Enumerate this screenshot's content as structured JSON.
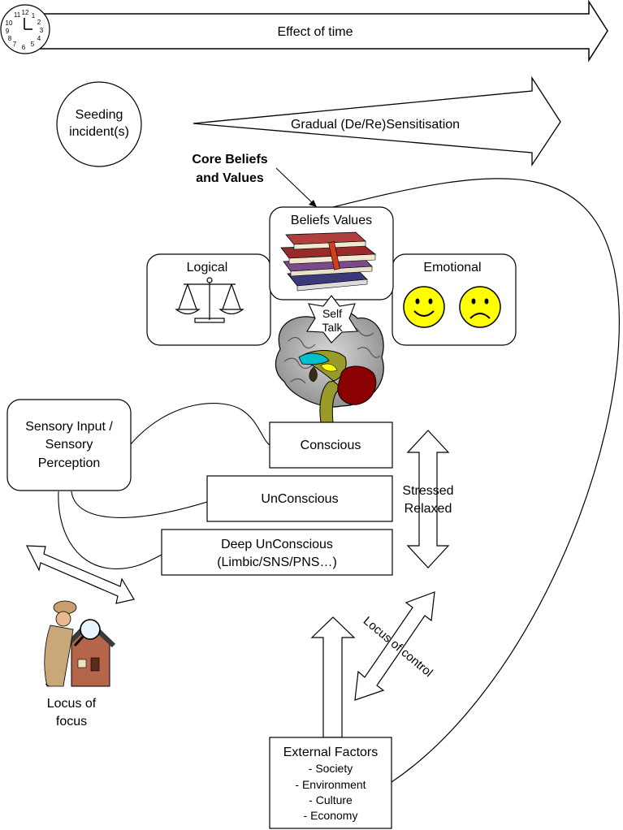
{
  "time": {
    "label": "Effect of time",
    "clock_numbers": [
      "12",
      "1",
      "2",
      "3",
      "4",
      "5",
      "6",
      "7",
      "8",
      "9",
      "10",
      "11"
    ]
  },
  "seeding": {
    "line1": "Seeding",
    "line2": "incident(s)"
  },
  "sensitisation": {
    "label": "Gradual (De/Re)Sensitisation"
  },
  "core_beliefs": {
    "line1": "Core Beliefs",
    "line2": "and Values"
  },
  "beliefs_box": {
    "title": "Beliefs Values"
  },
  "logical_box": {
    "title": "Logical"
  },
  "emotional_box": {
    "title": "Emotional"
  },
  "self_talk": {
    "line1": "Self",
    "line2": "Talk"
  },
  "sensory": {
    "line1": "Sensory Input /",
    "line2": "Sensory",
    "line3": "Perception"
  },
  "conscious": {
    "label": "Conscious"
  },
  "unconscious": {
    "label": "UnConscious"
  },
  "deep_unconscious": {
    "line1": "Deep UnConscious",
    "line2": "(Limbic/SNS/PNS…)"
  },
  "stress_axis": {
    "top": "Stressed",
    "bottom": "Relaxed"
  },
  "locus_control": {
    "label": "Locus of control"
  },
  "locus_focus": {
    "line1": "Locus of",
    "line2": "focus"
  },
  "external": {
    "title": "External Factors",
    "items": [
      "- Society",
      "- Environment",
      "- Culture",
      "- Economy"
    ]
  },
  "colors": {
    "smiley_fill": "#ffff00",
    "brain_grey": "#a9a9a9",
    "brain_red": "#8b0000",
    "brain_olive": "#9a9a2a",
    "brain_cyan": "#00c0d0",
    "book_red": "#9a2a2a",
    "book_blue": "#3a3a7a",
    "house": "#b5654a"
  }
}
